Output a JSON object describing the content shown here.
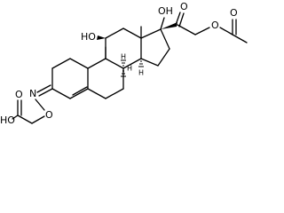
{
  "labels": {
    "oh_11": "HO",
    "oh_17": "OH",
    "o_ketone": "O",
    "o_ester_link": "O",
    "o_acetyl": "O",
    "h_8": "H",
    "h_9": "H",
    "h_14": "H",
    "n_oxime": "N",
    "o_oxime": "O",
    "o_acid": "O",
    "ho_acid": "HO"
  }
}
